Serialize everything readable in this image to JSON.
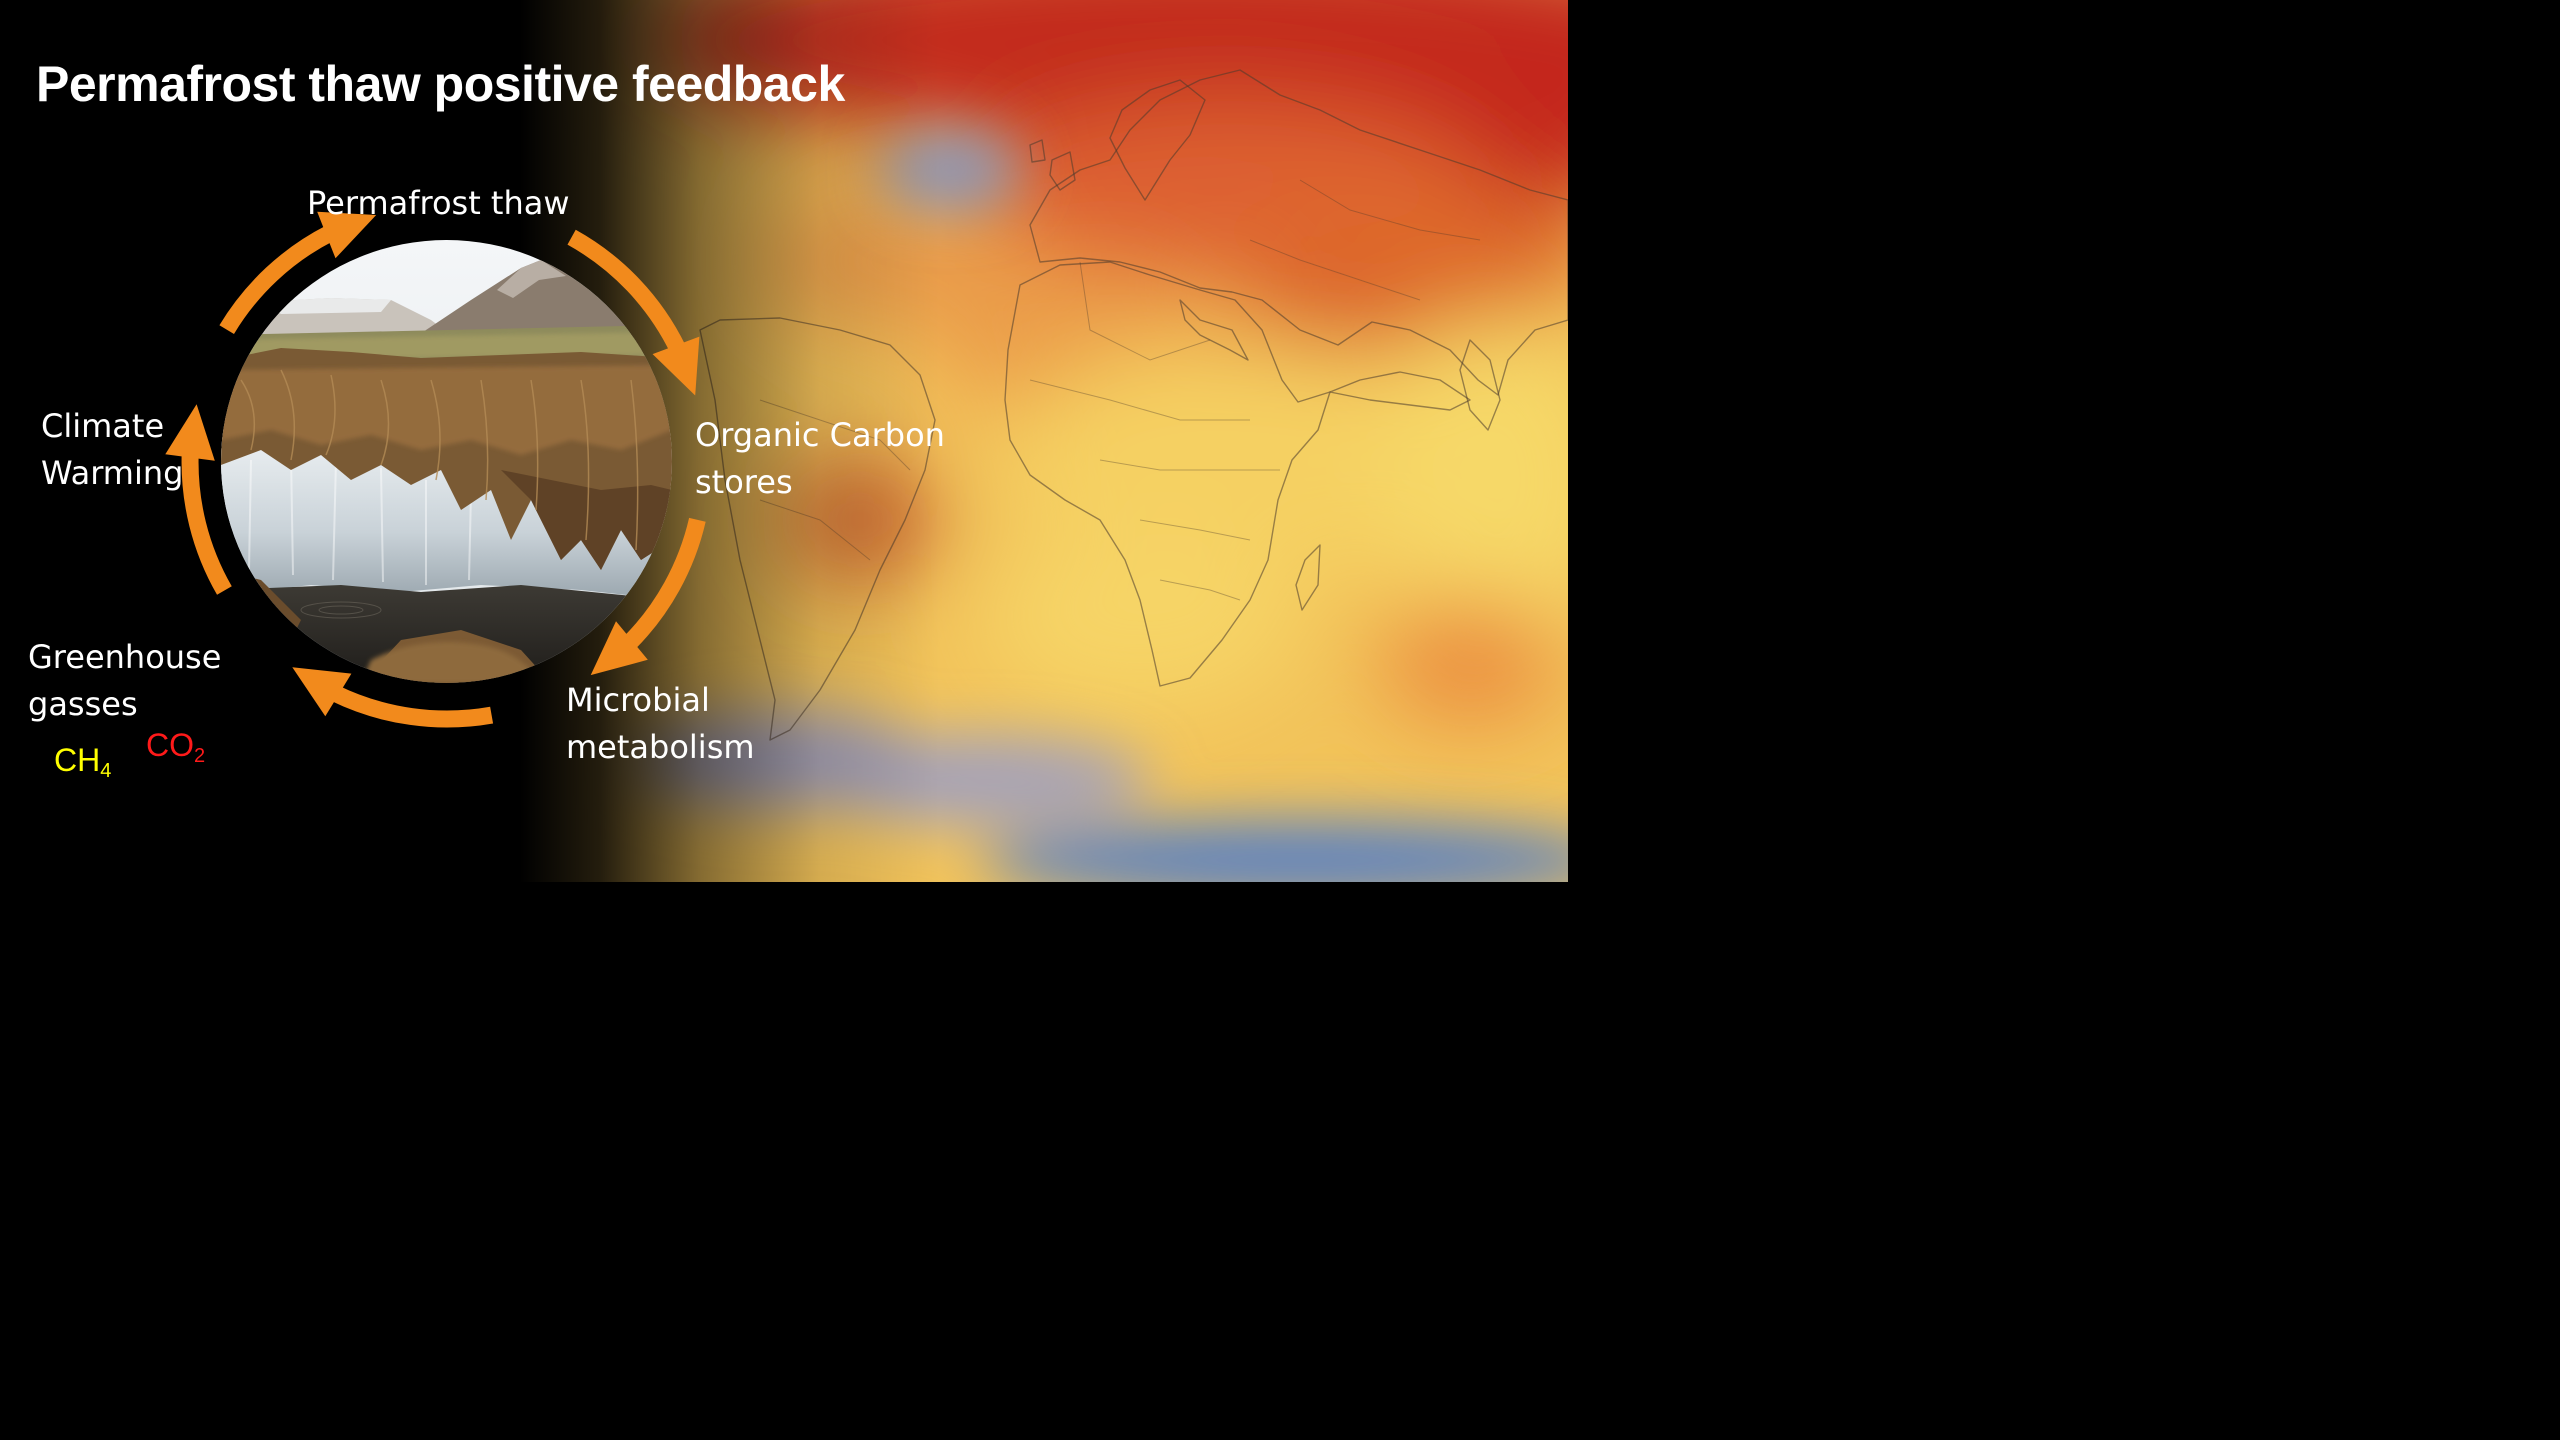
{
  "slide": {
    "title": "Permafrost thaw positive feedback"
  },
  "cycle": {
    "stages": [
      {
        "id": "thaw",
        "lines": [
          "Permafrost thaw"
        ]
      },
      {
        "id": "carbon",
        "lines": [
          "Organic Carbon",
          "stores"
        ]
      },
      {
        "id": "microbial",
        "lines": [
          "Microbial",
          "metabolism"
        ]
      },
      {
        "id": "gasses",
        "lines": [
          "Greenhouse",
          "gasses"
        ]
      },
      {
        "id": "climate",
        "lines": [
          "Climate",
          "Warming"
        ]
      }
    ],
    "gases": [
      {
        "formula": "CH",
        "subscript": "4",
        "color": "#ffff00"
      },
      {
        "formula": "CO",
        "subscript": "2",
        "color": "#ff1a1a"
      }
    ],
    "arrow_color": "#f28a1c"
  }
}
